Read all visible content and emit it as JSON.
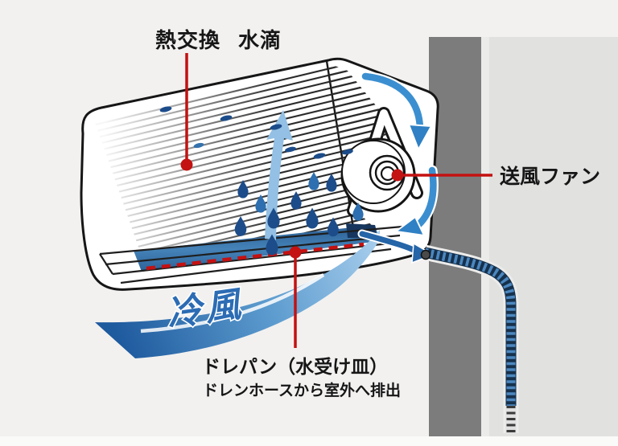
{
  "diagram": {
    "subject": "air-conditioner-indoor-unit-drainage-cutaway",
    "labels": {
      "heat_exchange": "熱交換",
      "water_droplets": "水滴",
      "blower_fan": "送風ファン",
      "cool_air": "冷風",
      "drain_pan": "ドレパン（水受け皿）",
      "drain_note": "ドレンホースから室外へ排出"
    },
    "icons": {
      "water": "droplet-icon",
      "airflow": "curved-arrow-icon",
      "cool_air_flow": "swoosh-arrow-icon",
      "rising_air": "up-arrow-icon",
      "annotation": "callout-line-with-dot"
    },
    "colors": {
      "background": "#f2f1f0",
      "wall_dark": "#7c7c7c",
      "wall_light": "#e1e1e0",
      "unit_outline": "#161616",
      "annotation_red": "#c41111",
      "water_blue": "#1c4c8a",
      "airflow_blue": "#3b8fd0",
      "cool_air_text_blue": "#2c6cb4",
      "drain_pan_blue": "#336f9f",
      "hose_navy": "#16314d",
      "hose_rib_blue": "#4c88c0"
    }
  }
}
